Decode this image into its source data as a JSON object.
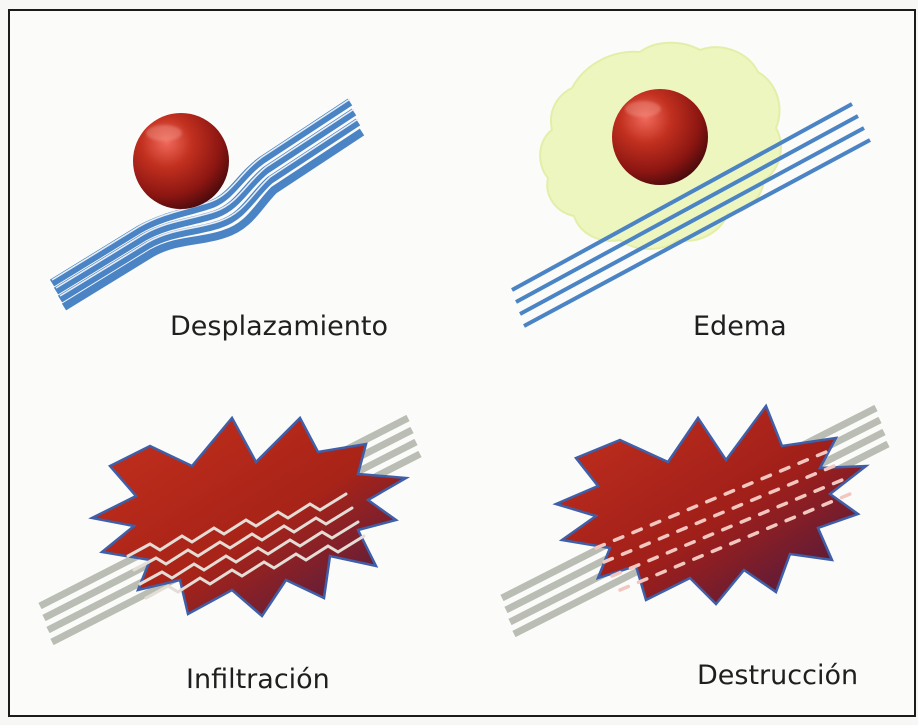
{
  "panels": {
    "top_left": {
      "label": "Desplazamiento"
    },
    "top_right": {
      "label": "Edema"
    },
    "bottom_left": {
      "label": "Infiltración"
    },
    "bottom_right": {
      "label": "Destrucción"
    }
  },
  "colors": {
    "fiber_blue": "#4a84c4",
    "fiber_light": "#e8eef6",
    "fiber_gray": "#b9bdb3",
    "lesion_red_dark": "#6a0f0f",
    "lesion_red": "#b8281b",
    "lesion_highlight": "#f06a5c",
    "starburst_edge": "#3f5fa8",
    "edema_yellow": "#eef6c0",
    "frame": "#1b1b1b"
  },
  "icons": {
    "lesion": "red-sphere",
    "tumor": "red-starburst",
    "edema": "yellow-cloud",
    "fibers": "nerve-fiber-bundle"
  }
}
